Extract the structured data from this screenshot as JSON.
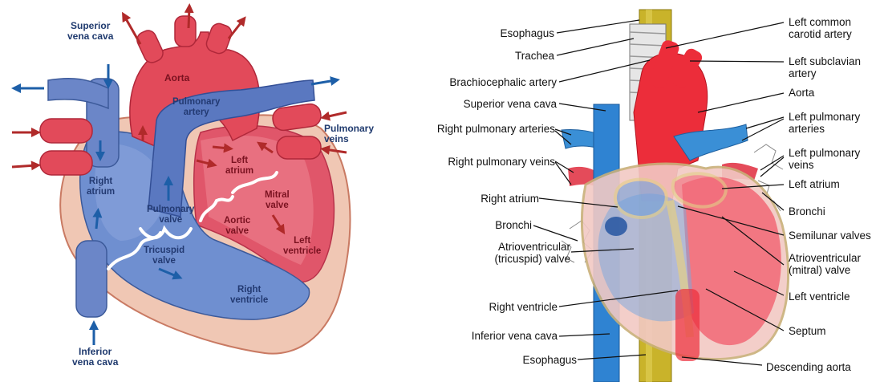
{
  "left_diagram": {
    "labels": {
      "superior_vena_cava": "Superior\nvena cava",
      "aorta": "Aorta",
      "pulmonary_artery": "Pulmonary\nartery",
      "pulmonary_veins": "Pulmonary\nveins",
      "right_atrium": "Right\natrium",
      "left_atrium": "Left\natrium",
      "pulmonary_valve": "Pulmonary\nvalve",
      "mitral_valve": "Mitral\nvalve",
      "aortic_valve": "Aortic\nvalve",
      "left_ventricle": "Left\nventricle",
      "tricuspid_valve": "Tricuspid\nvalve",
      "right_ventricle": "Right\nventricle",
      "inferior_vena_cava": "Inferior\nvena cava"
    }
  },
  "right_diagram": {
    "left_labels": {
      "esophagus_top": "Esophagus",
      "trachea": "Trachea",
      "brachiocephalic_artery": "Brachiocephalic artery",
      "superior_vena_cava": "Superior vena cava",
      "right_pulmonary_arteries": "Right pulmonary arteries",
      "right_pulmonary_veins": "Right pulmonary veins",
      "right_atrium": "Right atrium",
      "bronchi": "Bronchi",
      "atrioventricular_tricuspid": "Atrioventricular\n(tricuspid) valve",
      "right_ventricle": "Right ventricle",
      "inferior_vena_cava": "Inferior vena cava",
      "esophagus_bottom": "Esophagus"
    },
    "right_labels": {
      "left_common_carotid": "Left common\ncarotid artery",
      "left_subclavian": "Left subclavian\nartery",
      "aorta": "Aorta",
      "left_pulmonary_arteries": "Left pulmonary\narteries",
      "left_pulmonary_veins": "Left pulmonary\nveins",
      "left_atrium": "Left atrium",
      "bronchi": "Bronchi",
      "semilunar_valves": "Semilunar valves",
      "atrioventricular_mitral": "Atrioventricular\n(mitral) valve",
      "left_ventricle": "Left ventricle",
      "septum": "Septum",
      "descending_aorta": "Descending aorta"
    }
  },
  "colors": {
    "deoxygenated": "#4a6fb3",
    "oxygenated": "#d8404f",
    "arrow_blue": "#1d5fa8",
    "arrow_red": "#b02a2a",
    "wall": "#f0c7b4",
    "ivc_blue": "#2f83d2",
    "esophagus": "#c9b32a",
    "aorta_red": "#ec2d3a"
  }
}
